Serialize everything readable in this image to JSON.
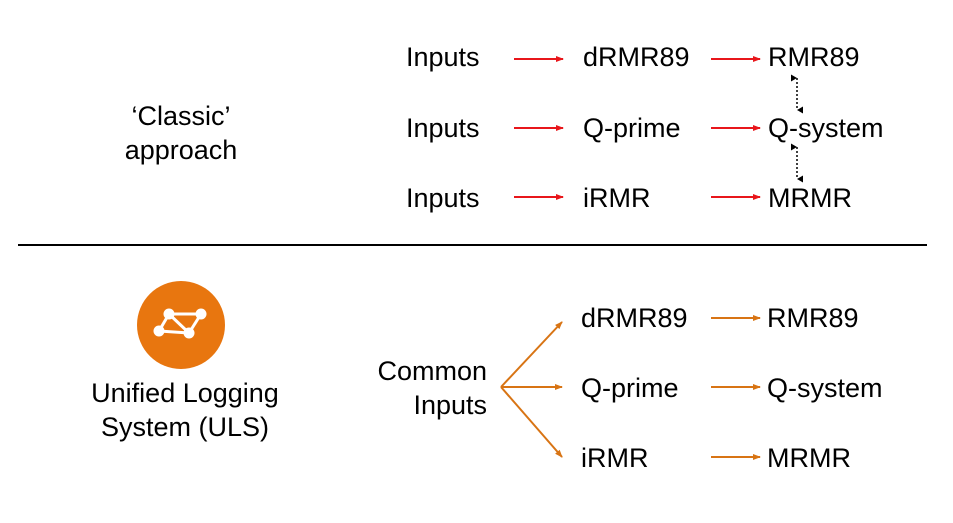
{
  "classic": {
    "label_line1": "‘Classic’",
    "label_line2": "approach",
    "rows": [
      {
        "input": "Inputs",
        "mid": "dRMR89",
        "out": "RMR89"
      },
      {
        "input": "Inputs",
        "mid": "Q-prime",
        "out": "Q-system"
      },
      {
        "input": "Inputs",
        "mid": "iRMR",
        "out": "MRMR"
      }
    ]
  },
  "uls": {
    "label_line1": "Unified Logging",
    "label_line2": "System (ULS)",
    "common_line1": "Common",
    "common_line2": "Inputs",
    "rows": [
      {
        "mid": "dRMR89",
        "out": "RMR89"
      },
      {
        "mid": "Q-prime",
        "out": "Q-system"
      },
      {
        "mid": "iRMR",
        "out": "MRMR"
      }
    ]
  },
  "colors": {
    "classic_arrow": "#e8161b",
    "uls_arrow": "#d87414",
    "logo_circle": "#e8760f",
    "divider": "#000000",
    "text": "#000000"
  },
  "icons": {
    "logo": "network-graph-icon"
  }
}
